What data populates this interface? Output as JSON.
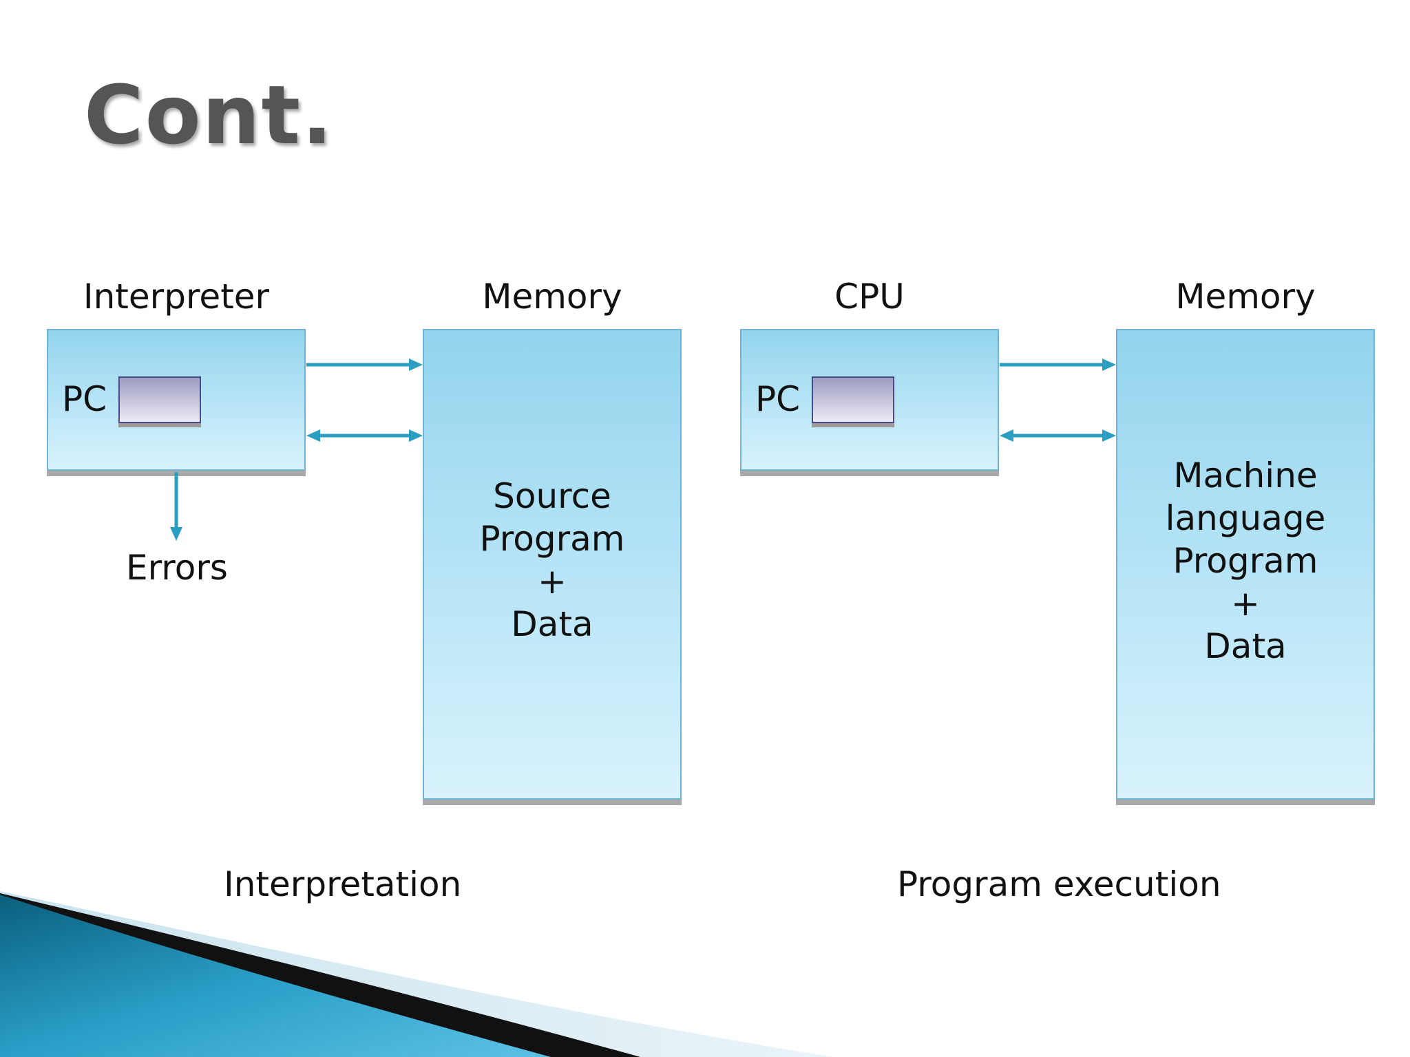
{
  "slide": {
    "title": "Cont."
  },
  "left_diagram": {
    "interpreter_heading": "Interpreter",
    "memory_heading": "Memory",
    "pc_label": "PC",
    "errors_label": "Errors",
    "memory_lines": [
      "Source",
      "Program",
      "+",
      "Data"
    ],
    "caption": "Interpretation"
  },
  "right_diagram": {
    "cpu_heading": "CPU",
    "memory_heading": "Memory",
    "pc_label": "PC",
    "memory_lines": [
      "Machine",
      "language",
      "Program",
      "+",
      "Data"
    ],
    "caption": "Program execution"
  },
  "colors": {
    "arrow": "#2a9fc2",
    "box_top": "#93d4ee",
    "box_bottom": "#d8f3fd",
    "title_gray": "#555555"
  }
}
